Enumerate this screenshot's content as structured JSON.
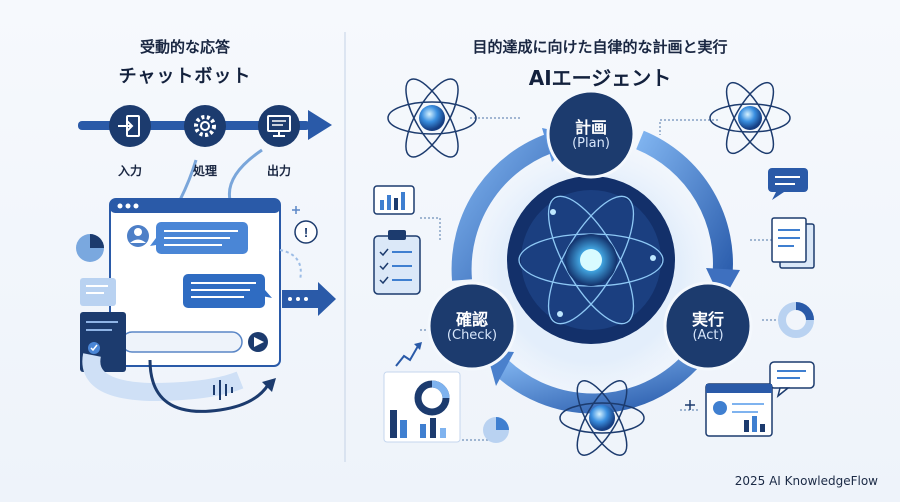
{
  "left": {
    "title_line1": "受動的な応答",
    "title_line2": "チャットボット",
    "steps": [
      {
        "label": "入力",
        "icon": "input-icon"
      },
      {
        "label": "処理",
        "icon": "gear-icon"
      },
      {
        "label": "出力",
        "icon": "monitor-icon"
      }
    ]
  },
  "right": {
    "title_line1": "目的達成に向けた自律的な計画と実行",
    "title_line2": "AIエージェント",
    "cycle": [
      {
        "label": "計画",
        "sub": "(Plan)"
      },
      {
        "label": "実行",
        "sub": "(Act)"
      },
      {
        "label": "確認",
        "sub": "(Check)"
      }
    ]
  },
  "footer": "2025 AI KnowledgeFlow",
  "colors": {
    "navy": "#1c3b6e",
    "blue": "#3f7fd0",
    "light": "#cfe0f6"
  }
}
